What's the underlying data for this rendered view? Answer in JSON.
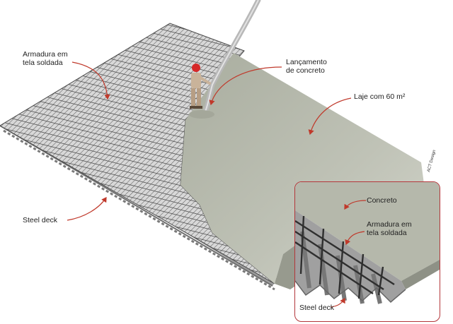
{
  "labels": {
    "mesh": "Armadura em\ntela soldada",
    "pouring": "Lançamento\nde concreto",
    "slab": "Laje com 60 m²",
    "deck": "Steel deck",
    "credit": "ACT Design"
  },
  "inset": {
    "concrete": "Concreto",
    "mesh": "Armadura em\ntela soldada",
    "deck": "Steel deck"
  },
  "colors": {
    "concrete": "#b9bcb0",
    "mesh": "#4a4a4a",
    "deck": "#9a9a9a",
    "arrow": "#c0392b",
    "inset_border": "#b3363a",
    "worker_helmet": "#d62828"
  }
}
